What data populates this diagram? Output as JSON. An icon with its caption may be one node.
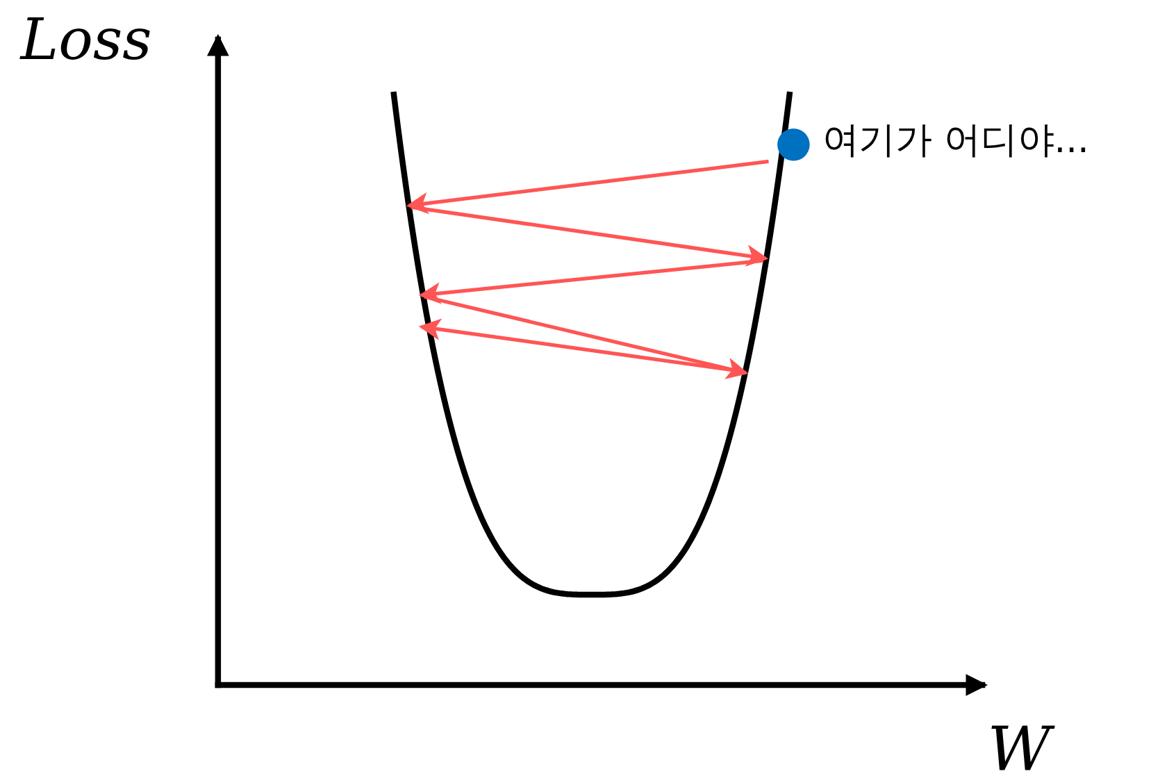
{
  "diagram": {
    "labels": [
      "Loss",
      "여기가 어디야...",
      "W"
    ]
  }
}
